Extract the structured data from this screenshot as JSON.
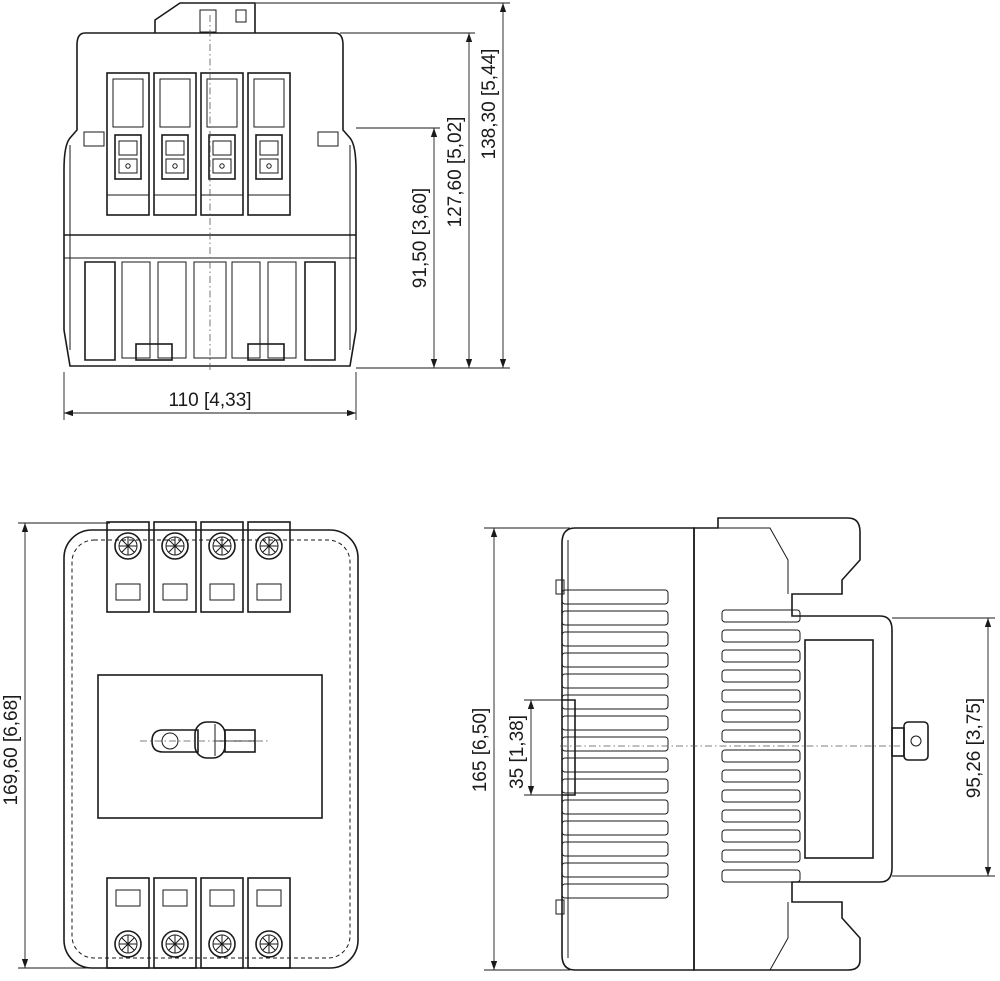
{
  "dimensions": {
    "top_width": "110 [4,33]",
    "top_height_1": "91,50 [3,60]",
    "top_height_2": "127,60 [5,02]",
    "top_height_3": "138,30 [5,44]",
    "bottom_height": "169,60 [6,68]",
    "side_height": "165 [6,50]",
    "rail_width": "35 [1,38]",
    "side_mount": "95,26 [3,75]"
  }
}
